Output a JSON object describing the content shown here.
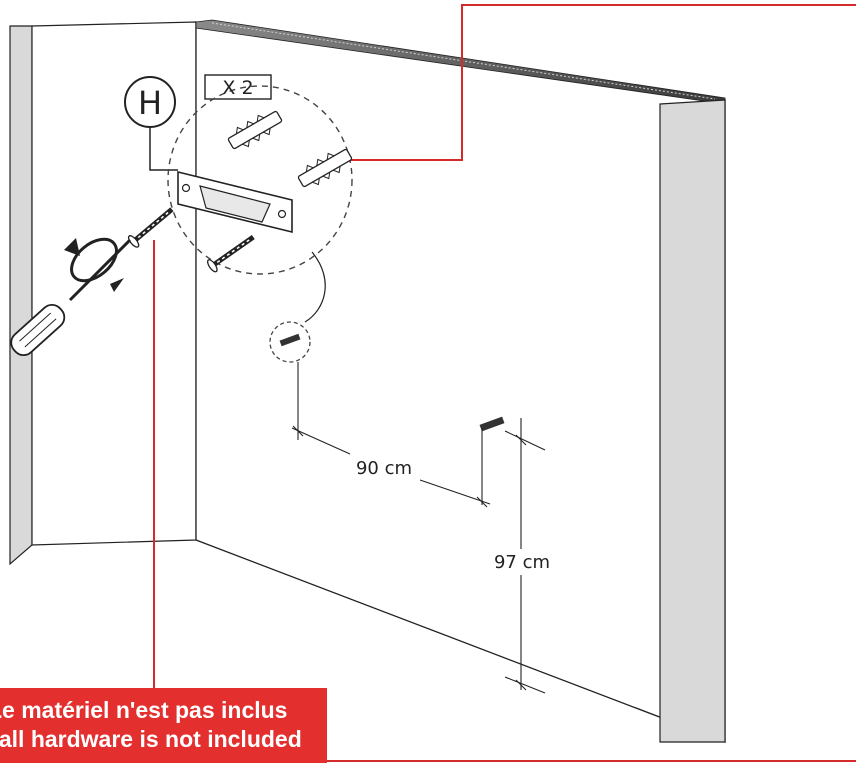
{
  "part_letter": "H",
  "quantity": "X 2",
  "dimensions": {
    "horizontal": "90 cm",
    "vertical": "97 cm"
  },
  "notice": {
    "french": "Le matériel n'est pas inclus",
    "english": "Wall hardware is not included"
  },
  "colors": {
    "notice_background": "#e42f2f",
    "leader_line": "#d42a2a",
    "wall_edge": "#d9d9d9"
  }
}
